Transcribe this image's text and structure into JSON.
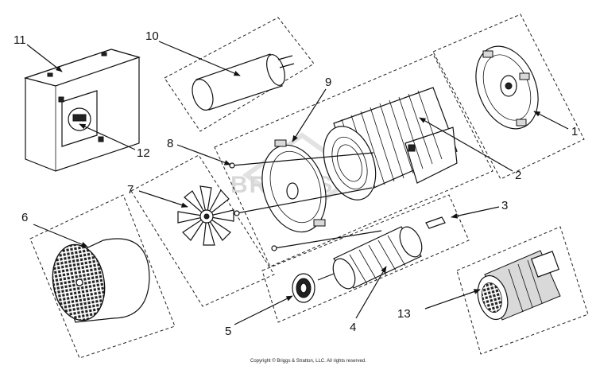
{
  "callouts": {
    "c1": "1",
    "c2": "2",
    "c3": "3",
    "c4": "4",
    "c5": "5",
    "c6": "6",
    "c7": "7",
    "c8": "8",
    "c9": "9",
    "c10": "10",
    "c11": "11",
    "c12": "12",
    "c13": "13"
  },
  "watermark": "BRIGGS",
  "copyright": "Copyright © Briggs & Stratton, LLC. All rights reserved.",
  "colors": {
    "line": "#111111",
    "background": "#ffffff",
    "watermark": "#d8d8d8"
  }
}
